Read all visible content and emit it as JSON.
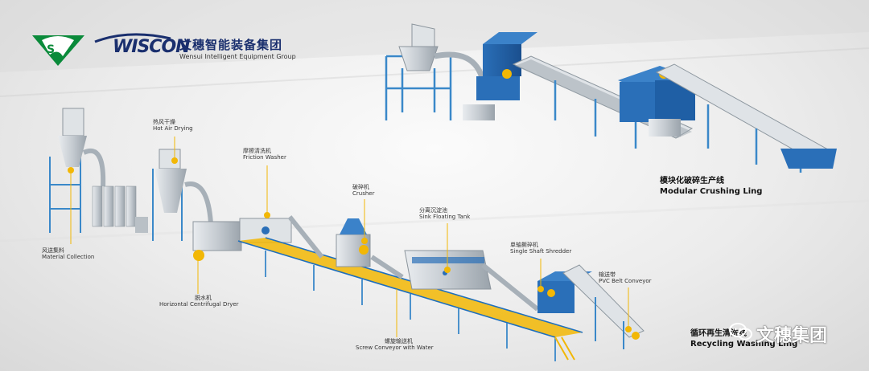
{
  "brand": {
    "logo_text": "WISCON",
    "company_zh": "文穗智能装备集团",
    "company_en": "Wensui Intelligent Equipment Group"
  },
  "lines": {
    "modular": {
      "zh": "模块化破碎生产线",
      "en": "Modular Crushing Ling"
    },
    "recycling": {
      "zh": "循环再生清洗线",
      "en": "Recycling Washing Ling"
    }
  },
  "labels": {
    "hot_air": {
      "zh": "热风干燥",
      "en": "Hot Air Drying"
    },
    "friction": {
      "zh": "摩擦清洗机",
      "en": "Friction Washer"
    },
    "crusher": {
      "zh": "破碎机",
      "en": "Crusher"
    },
    "sink": {
      "zh": "分离沉淀池",
      "en": "Sink Floating Tank"
    },
    "shredder": {
      "zh": "单轴撕碎机",
      "en": "Single Shaft Shredder"
    },
    "belt": {
      "zh": "输送带",
      "en": "PVC Belt Conveyor"
    },
    "material": {
      "zh": "风送集料",
      "en": "Material Collection"
    },
    "dryer": {
      "zh": "脱水机",
      "en": "Horizontal Centrifugal Dryer"
    },
    "screw": {
      "zh": "螺旋输送机",
      "en": "Screw Conveyor with Water"
    }
  },
  "watermark": {
    "text": "文穗集团"
  },
  "icons": {
    "logo": "ws-logo-icon",
    "wechat": "wechat-icon",
    "leader": "leader-dot-icon"
  },
  "colors": {
    "blue": "#1f6fbd",
    "yellow": "#f2b705",
    "frame": "#3a88c9",
    "gray": "#c8cdd2",
    "navy": "#1a2f6e",
    "green": "#0a8a3a"
  }
}
